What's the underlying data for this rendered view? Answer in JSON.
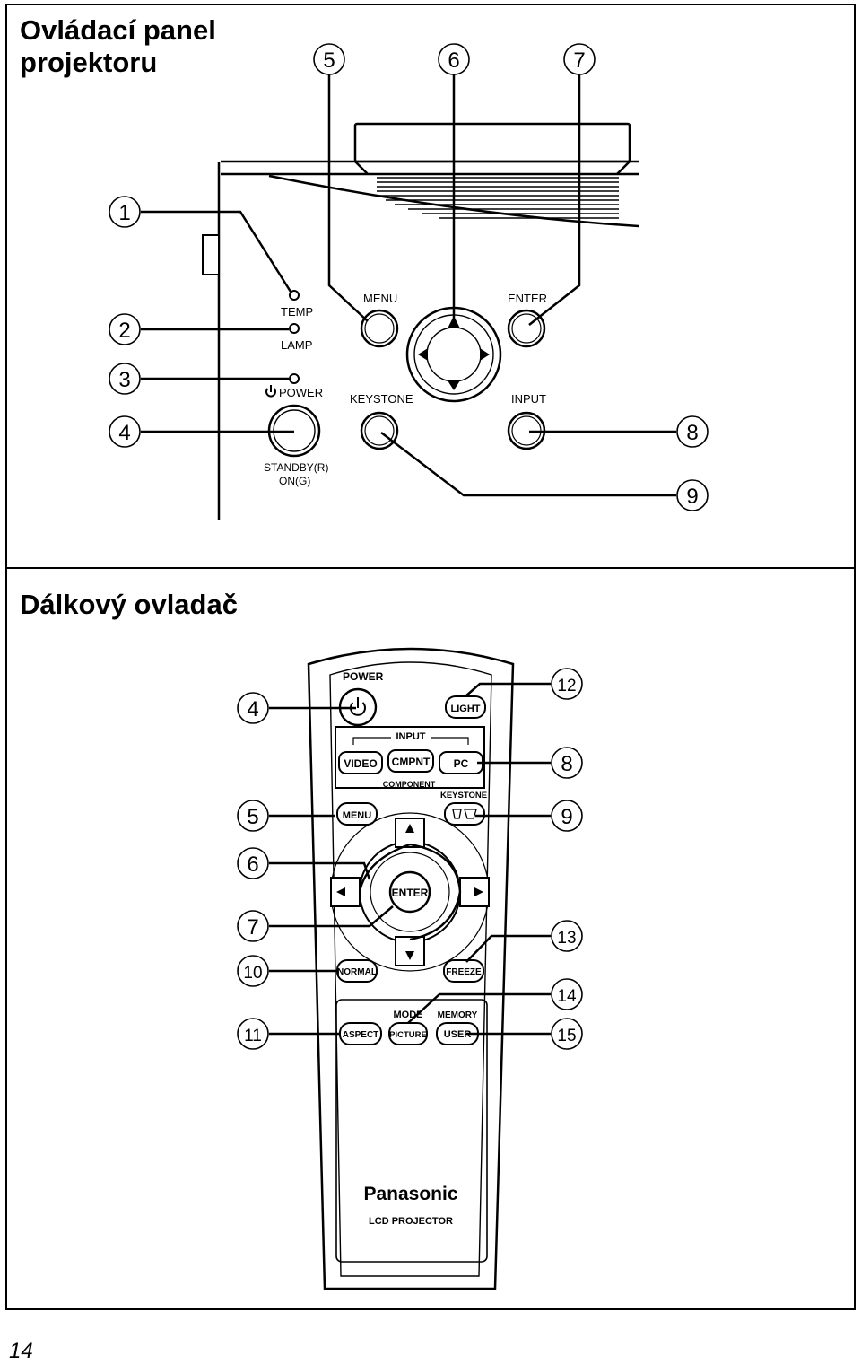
{
  "page": {
    "number": "14"
  },
  "projector": {
    "title_line1": "Ovládací panel",
    "title_line2": "projektoru",
    "labels": {
      "temp": "TEMP",
      "lamp": "LAMP",
      "power": "POWER",
      "standby": "STANDBY(R)",
      "on": "ON(G)",
      "menu": "MENU",
      "enter": "ENTER",
      "keystone": "KEYSTONE",
      "input": "INPUT"
    },
    "callouts": [
      "1",
      "2",
      "3",
      "4",
      "5",
      "6",
      "7",
      "8",
      "9"
    ]
  },
  "remote": {
    "title": "Dálkový ovladač",
    "labels": {
      "power": "POWER",
      "light": "LIGHT",
      "input": "INPUT",
      "video": "VIDEO",
      "cmpnt": "CMPNT",
      "pc": "PC",
      "component": "COMPONENT",
      "keystone": "KEYSTONE",
      "menu": "MENU",
      "enter": "ENTER",
      "normal": "NORMAL",
      "freeze": "FREEZE",
      "mode": "MODE",
      "memory": "MEMORY",
      "aspect": "ASPECT",
      "picture": "PICTURE",
      "user": "USER",
      "brand": "Panasonic",
      "model": "LCD PROJECTOR"
    },
    "callouts": [
      "4",
      "5",
      "6",
      "7",
      "10",
      "11",
      "12",
      "8",
      "9",
      "13",
      "14",
      "15"
    ]
  }
}
